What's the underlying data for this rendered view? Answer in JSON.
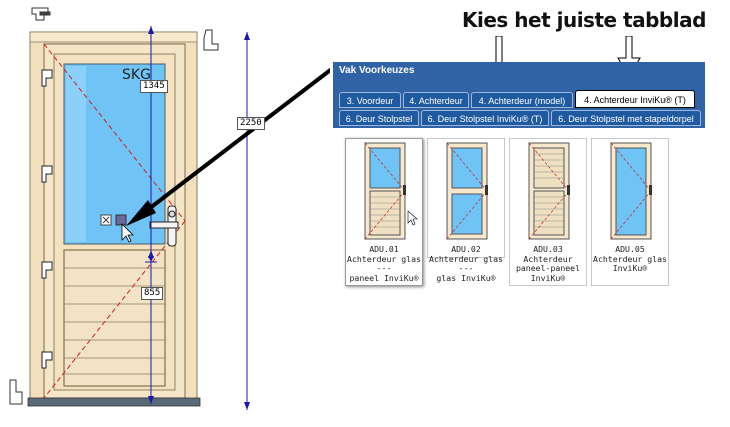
{
  "heading": "Kies het juiste tabblad",
  "drawing": {
    "label_top": "SKG",
    "dim_1345": "1345",
    "dim_2250": "2250",
    "dim_855": "855"
  },
  "panel": {
    "title": "Vak Voorkeuzes",
    "tabs_row1": [
      {
        "label": "3. Voordeur"
      },
      {
        "label": "4. Achterdeur"
      },
      {
        "label": "4. Achterdeur (model)"
      },
      {
        "label": "4. Achterdeur InviKu® (T)"
      }
    ],
    "tabs_row2": [
      {
        "label": "6. Deur Stolpstel"
      },
      {
        "label": "6. Deur Stolpstel InviKu® (T)"
      },
      {
        "label": "6. Deur Stolpstel met stapeldorpel"
      }
    ],
    "cards": [
      {
        "code": "ADU.01",
        "line1": "Achterdeur glas ---",
        "line2": "paneel InviKu®"
      },
      {
        "code": "ADU.02",
        "line1": "Achterdeur glas ---",
        "line2": "glas InviKu®"
      },
      {
        "code": "ADU.03",
        "line1": "Achterdeur",
        "line2": "paneel-paneel",
        "line3": "InviKu®"
      },
      {
        "code": "ADU.05",
        "line1": "Achterdeur glas",
        "line2": "InviKu®"
      }
    ]
  },
  "colors": {
    "frame": "#f3e3c3",
    "glass": "#6fc4f5",
    "tab_bg": "#2f63a6",
    "dim_line": "#1a1aa8"
  }
}
